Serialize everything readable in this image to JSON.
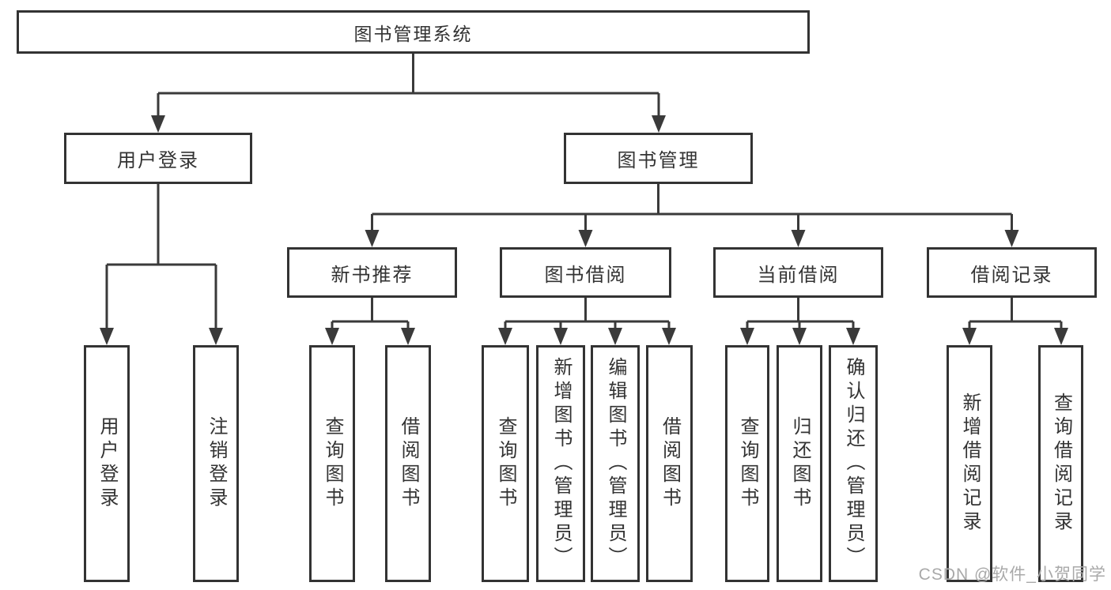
{
  "tree": {
    "label": "图书管理系统",
    "children": [
      {
        "label": "用户登录",
        "children": [
          {
            "label": "用户登录"
          },
          {
            "label": "注销登录"
          }
        ]
      },
      {
        "label": "图书管理",
        "children": [
          {
            "label": "新书推荐",
            "children": [
              {
                "label": "查询图书"
              },
              {
                "label": "借阅图书"
              }
            ]
          },
          {
            "label": "图书借阅",
            "children": [
              {
                "label": "查询图书"
              },
              {
                "label": "新增图书（管理员）"
              },
              {
                "label": "编辑图书（管理员）"
              },
              {
                "label": "借阅图书"
              }
            ]
          },
          {
            "label": "当前借阅",
            "children": [
              {
                "label": "查询图书"
              },
              {
                "label": "归还图书"
              },
              {
                "label": "确认归还（管理员）"
              }
            ]
          },
          {
            "label": "借阅记录",
            "children": [
              {
                "label": "新增借阅记录"
              },
              {
                "label": "查询借阅记录"
              }
            ]
          }
        ]
      }
    ]
  },
  "watermark": "CSDN @软件_小贺同学",
  "colors": {
    "line": "#3a3a3a",
    "border": "#333333",
    "text": "#333333",
    "watermark_text": "#a9a9a9",
    "background": "#ffffff"
  }
}
